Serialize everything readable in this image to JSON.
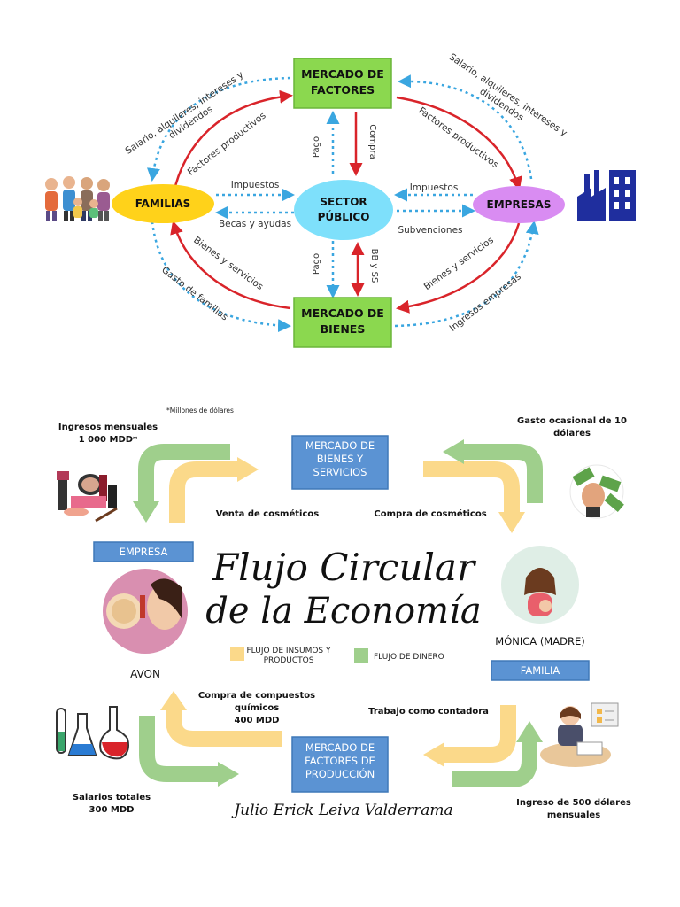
{
  "top": {
    "nodes": {
      "mercado_factores": "MERCADO DE|FACTORES",
      "mercado_bienes": "MERCADO DE|BIENES",
      "familias": "FAMILIAS",
      "empresas": "EMPRESAS",
      "sector_publico": "SECTOR|PÚBLICO"
    },
    "labels": {
      "salario_izq": "Salario, alquileres, intereses y|dividendos",
      "salario_der": "Salario, alquileres, intereses y|dividendos",
      "factores_izq": "Factores productivos",
      "factores_der": "Factores productivos",
      "impuestos_izq": "Impuestos",
      "impuestos_der": "Impuestos",
      "becas": "Becas y ayudas",
      "subvenciones": "Subvenciones",
      "pago_arriba": "Pago",
      "compra": "Compra",
      "pago_abajo": "Pago",
      "bbss": "BB y SS",
      "bienes_izq": "Bienes y servicios",
      "bienes_der": "Bienes y servicios",
      "gasto_familias": "Gasto de familias",
      "ingresos_empresas": "Ingresos empresas"
    },
    "colors": {
      "green": "#8bd84f",
      "yellow": "#ffd21a",
      "purple": "#d98cf2",
      "cyan": "#7ee0fb",
      "red": "#d9242a",
      "blue": "#3aa6e0"
    },
    "icons": {
      "people": "family-icon",
      "factory": "factory-icon"
    }
  },
  "bottom": {
    "title_line1": "Flujo Circular",
    "title_line2": "de la Economía",
    "author": "Julio Erick Leiva Valderrama",
    "note": "*Millones de dólares",
    "boxes": {
      "bienes_servicios": "MERCADO DE|BIENES Y|SERVICIOS",
      "factores_produccion": "MERCADO DE|FACTORES DE|PRODUCCIÓN",
      "empresa": "EMPRESA",
      "familia": "FAMILIA"
    },
    "labels": {
      "ingresos_mensuales": "Ingresos mensuales|1 000 MDD*",
      "gasto_ocasional": "Gasto ocasional de 10|dólares",
      "venta_cosmeticos": "Venta de cosméticos",
      "compra_cosmeticos": "Compra de cosméticos",
      "avon": "AVON",
      "monica": "MÓNICA (MADRE)",
      "compra_compuestos": "Compra de compuestos|químicos|400 MDD",
      "trabajo": "Trabajo como contadora",
      "salarios": "Salarios totales|300 MDD",
      "ingreso_500": "Ingreso de 500 dólares|mensuales"
    },
    "legend": [
      {
        "label": "FLUJO DE INSUMOS Y|PRODUCTOS",
        "color": "#fbd98a"
      },
      {
        "label": "FLUJO DE DINERO",
        "color": "#9fcf8c"
      }
    ],
    "colors": {
      "box": "#5b93d3",
      "box_border": "#3f78b8",
      "yellow_arrow": "#fbd98a",
      "green_arrow": "#9fcf8c"
    },
    "icons": [
      "cosmetics-icon",
      "money-hand-icon",
      "avon-woman-icon",
      "mother-icon",
      "lab-flasks-icon",
      "accountant-icon"
    ]
  }
}
